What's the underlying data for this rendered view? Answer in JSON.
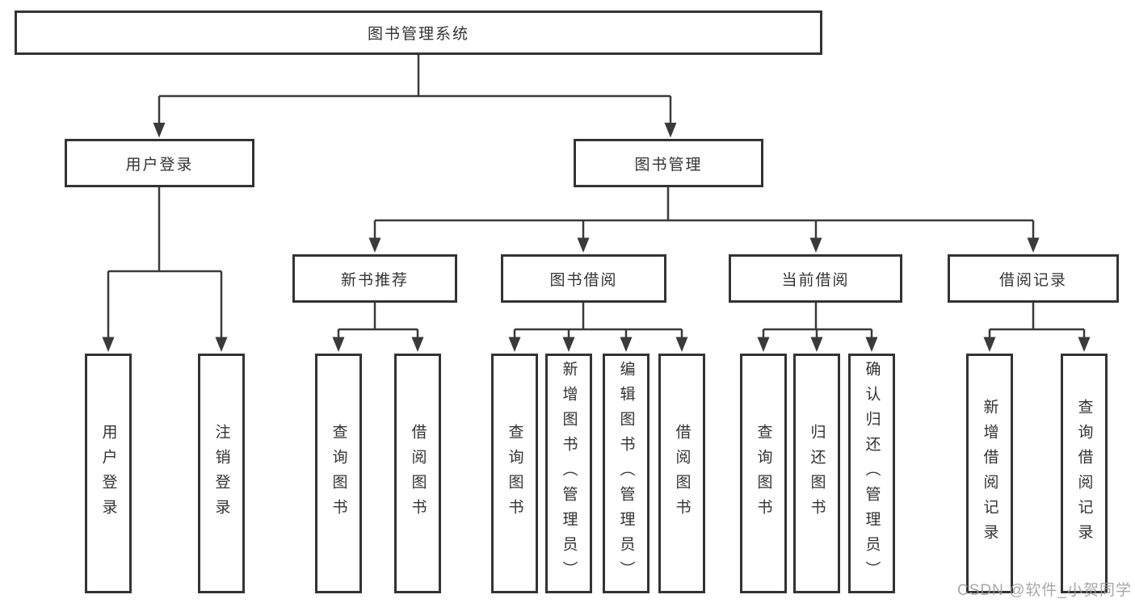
{
  "colors": {
    "line": "#3a3a3a",
    "box_border": "#333333",
    "text": "#333333",
    "background": "#ffffff",
    "watermark_text_color": "#9b9b9b"
  },
  "diagram": {
    "type": "tree",
    "root": {
      "label": "图书管理系统"
    },
    "branches": [
      {
        "label": "用户登录",
        "children": [
          {
            "label": "用户登录"
          },
          {
            "label": "注销登录"
          }
        ]
      },
      {
        "label": "图书管理",
        "sections": [
          {
            "label": "新书推荐",
            "children": [
              {
                "label": "查询图书"
              },
              {
                "label": "借阅图书"
              }
            ]
          },
          {
            "label": "图书借阅",
            "children": [
              {
                "label": "查询图书"
              },
              {
                "label": "新增图书（管理员）"
              },
              {
                "label": "编辑图书（管理员）"
              },
              {
                "label": "借阅图书"
              }
            ]
          },
          {
            "label": "当前借阅",
            "children": [
              {
                "label": "查询图书"
              },
              {
                "label": "归还图书"
              },
              {
                "label": "确认归还（管理员）"
              }
            ]
          },
          {
            "label": "借阅记录",
            "children": [
              {
                "label": "新增借阅记录"
              },
              {
                "label": "查询借阅记录"
              }
            ]
          }
        ]
      }
    ]
  },
  "watermark": {
    "text": "CSDN @软件_小贺同学"
  }
}
